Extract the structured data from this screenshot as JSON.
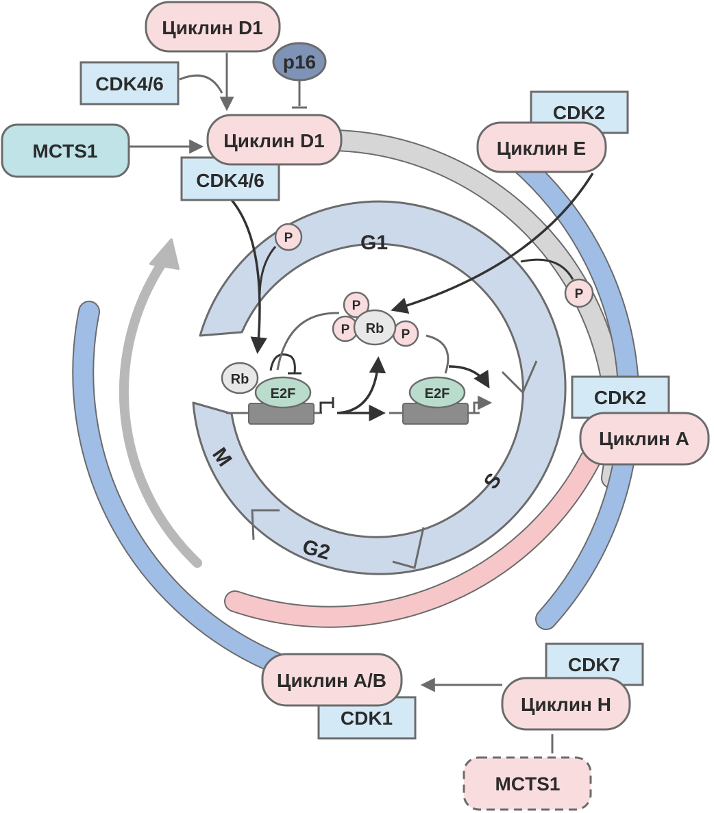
{
  "colors": {
    "cyclin_pink": "#f9dcde",
    "cdk_blue": "#d4e9f6",
    "mcts1_teal": "#bfe3e7",
    "p16_slate": "#7e93b5",
    "phase_ring": "#ccd9ea",
    "track_gray": "#d6d6d6",
    "track_blue": "#9fbde5",
    "track_pink": "#f6c6c8",
    "outline": "#6b6b6b",
    "e2f_green": "#b9dccd",
    "gene_box": "#8c8c8c"
  },
  "top": {
    "cyclin_d1_upstream": "Циклин D1",
    "cdk46_upstream": "CDK4/6",
    "p16": "p16",
    "mcts1": "MCTS1",
    "cyclin_d1_complex": "Циклин D1",
    "cdk46_complex": "CDK4/6"
  },
  "right": {
    "cdk2_e": "CDK2",
    "cyclin_e": "Циклин E",
    "cdk2_a": "CDK2",
    "cyclin_a": "Циклин A"
  },
  "bottom": {
    "cyclin_ab": "Циклин A/B",
    "cdk1": "CDK1",
    "cdk7": "CDK7",
    "cyclin_h": "Циклин H",
    "mcts1_dashed": "MCTS1"
  },
  "phases": {
    "g1": "G1",
    "s": "S",
    "g2": "G2",
    "m": "M"
  },
  "center": {
    "phospho": "P",
    "rb": "Rb",
    "e2f": "E2F"
  }
}
